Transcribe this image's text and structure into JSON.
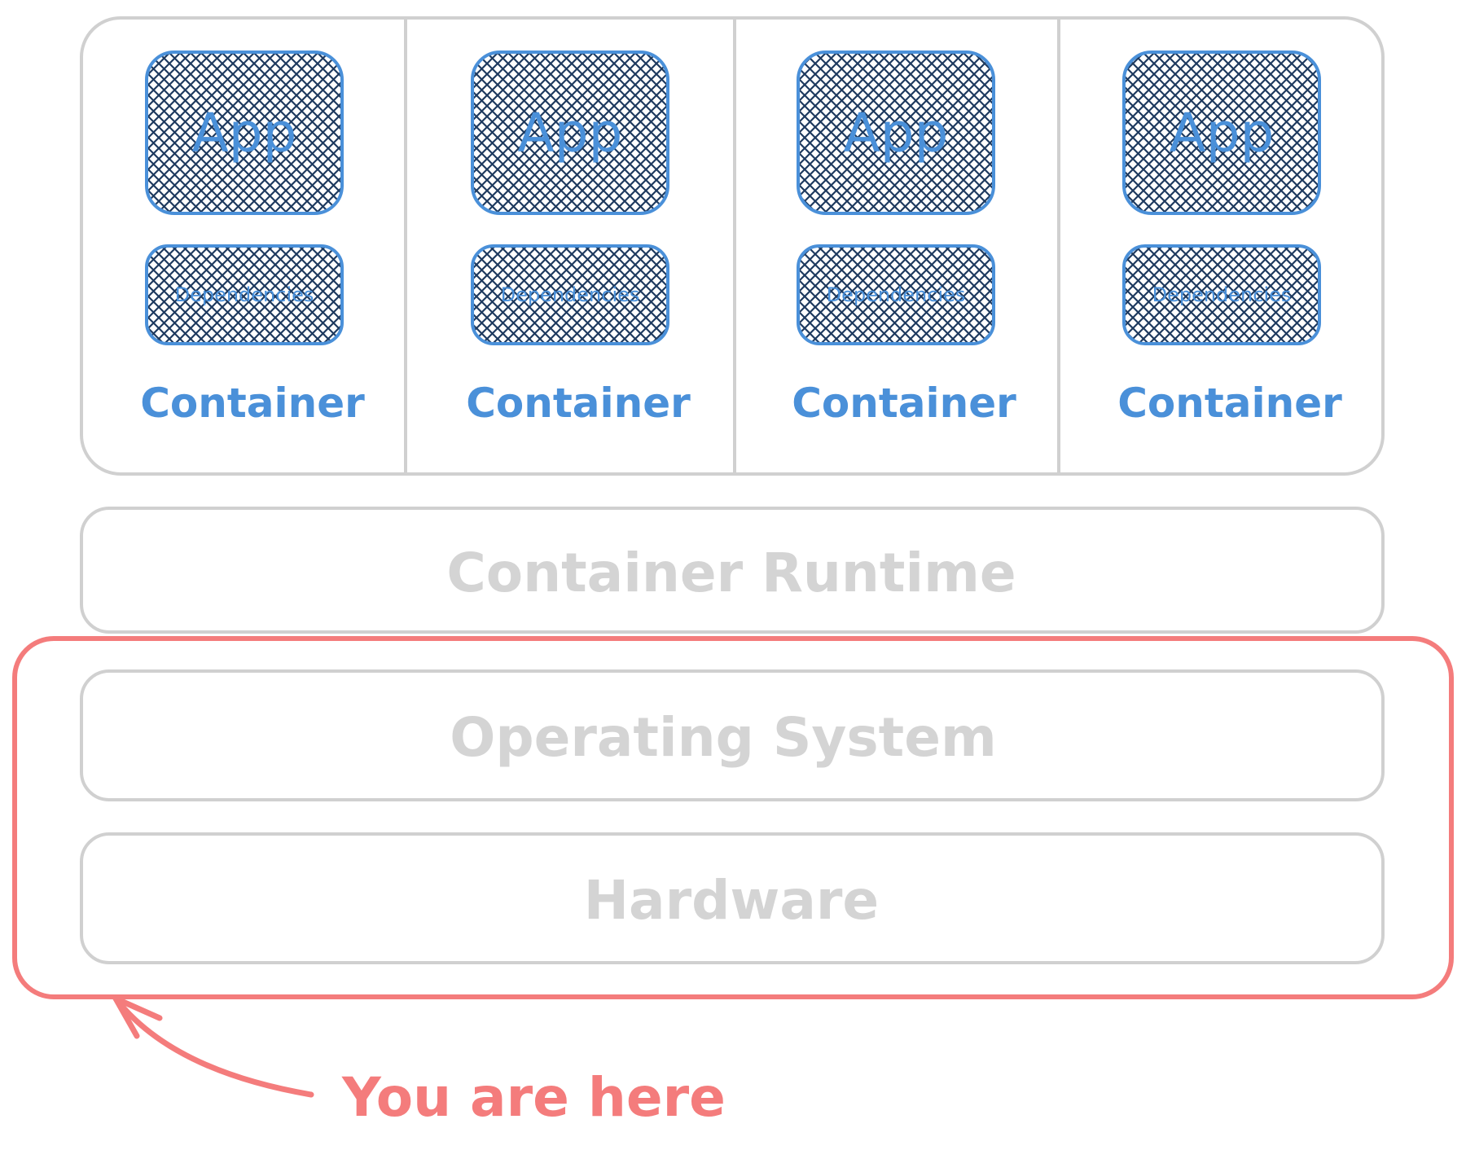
{
  "containers": [
    {
      "app_label": "App",
      "deps_label": "Dependencies",
      "label": "Container"
    },
    {
      "app_label": "App",
      "deps_label": "Dependencies",
      "label": "Container"
    },
    {
      "app_label": "App",
      "deps_label": "Dependencies",
      "label": "Container"
    },
    {
      "app_label": "App",
      "deps_label": "Dependencies",
      "label": "Container"
    }
  ],
  "layers": {
    "runtime": "Container Runtime",
    "os": "Operating System",
    "hardware": "Hardware"
  },
  "annotation": "You are here",
  "colors": {
    "blue": "#4a90d9",
    "navy": "#1e3a5f",
    "gray_stroke": "#d0d0d0",
    "gray_text": "#d4d4d4",
    "highlight": "#f47c7c"
  }
}
